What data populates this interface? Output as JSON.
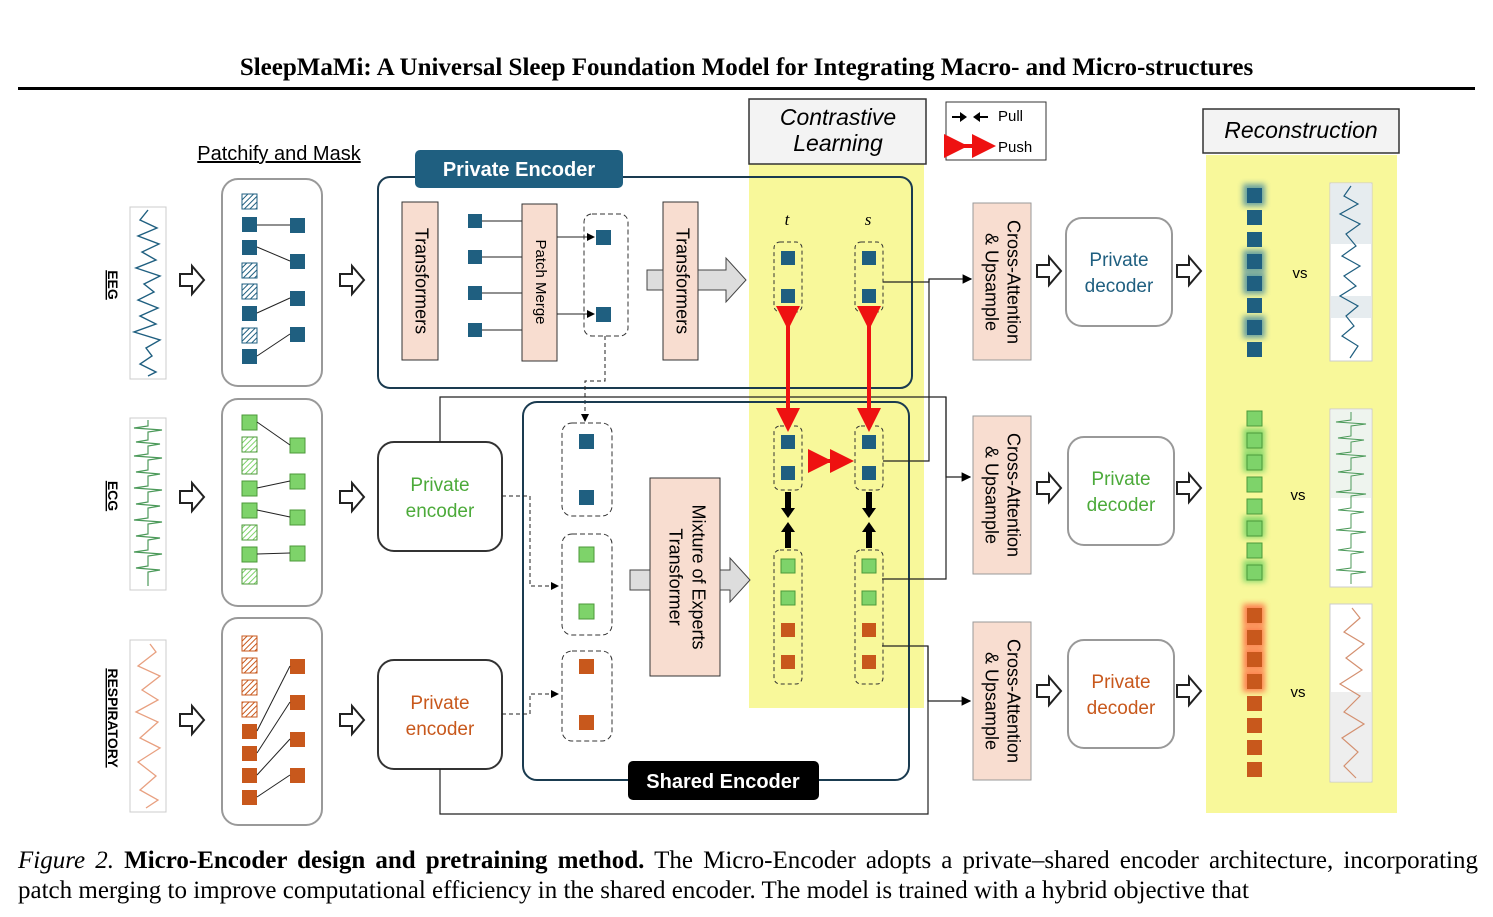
{
  "header": {
    "title": "SleepMaMi: A Universal Sleep Foundation Model for Integrating Macro- and Micro-structures"
  },
  "figure": {
    "patchify_label": "Patchify and Mask",
    "modalities": [
      "EEG",
      "ECG",
      "RESPIRATORY"
    ],
    "private_encoder_title": "Private Encoder",
    "transformers_label": "Transformers",
    "patch_merge_label": "Patch Merge",
    "private_encoder_label": [
      "Private",
      "encoder"
    ],
    "shared_encoder_title": "Shared Encoder",
    "moe_label": [
      "Mixture of Experts",
      "Transformer"
    ],
    "contrastive_label": [
      "Contrastive",
      "Learning"
    ],
    "t_label": "t",
    "s_label": "s",
    "legend": {
      "pull": "Pull",
      "push": "Push"
    },
    "cross_attention_label": [
      "Cross-Attention",
      "& Upsample"
    ],
    "private_decoder_label": [
      "Private",
      "decoder"
    ],
    "reconstruction_label": "Reconstruction",
    "vs_label": "vs",
    "colors": {
      "eeg": "#1f5f80",
      "ecg": "#7ed36a",
      "resp": "#c8581c",
      "highlight": "#f8f89a",
      "block": "#f8ddd0",
      "red": "#ee1111"
    }
  },
  "caption": {
    "figure_number": "Figure 2.",
    "bold": "Micro-Encoder design and pretraining method.",
    "text": "The Micro-Encoder adopts a private–shared encoder architecture, incorporating patch merging to improve computational efficiency in the shared encoder. The model is trained with a hybrid objective that"
  }
}
